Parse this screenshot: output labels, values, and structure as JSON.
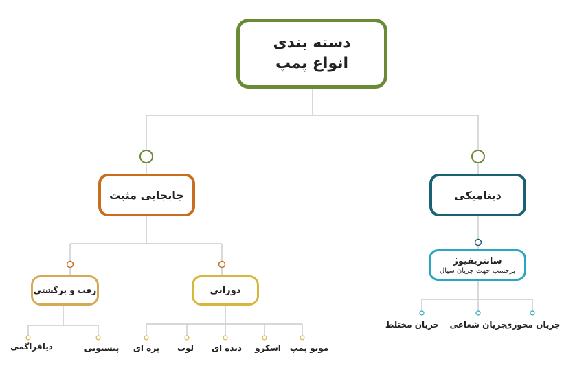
{
  "root": {
    "line1": "دسته بندی",
    "line2": "انواع پمپ"
  },
  "dynamic": {
    "label": "دینامیکی",
    "centrifugal": {
      "label": "سانتریفیوژ",
      "subtitle": "برحسب جهت جریان سیال",
      "leaves": [
        "جریان محوری",
        "جریان شعاعی",
        "جریان مختلط"
      ]
    }
  },
  "positive": {
    "label": "جابجایی مثبت",
    "rotary": {
      "label": "دورانی",
      "leaves": [
        "مونو پمپ",
        "اسکرو",
        "دنده ای",
        "لوب",
        "پره ای"
      ]
    },
    "reciprocating": {
      "label": "رفت و برگشتی",
      "leaves": [
        "پیستونی",
        "دیافراگمی"
      ]
    }
  },
  "colors": {
    "root": "#6b8a36",
    "dynamic": "#1b6174",
    "positive": "#c96d1f",
    "centrifugal": "#2aa5c2",
    "rotary": "#d7b63c",
    "reciprocating": "#d6aa55",
    "connector": "#cccccc"
  }
}
